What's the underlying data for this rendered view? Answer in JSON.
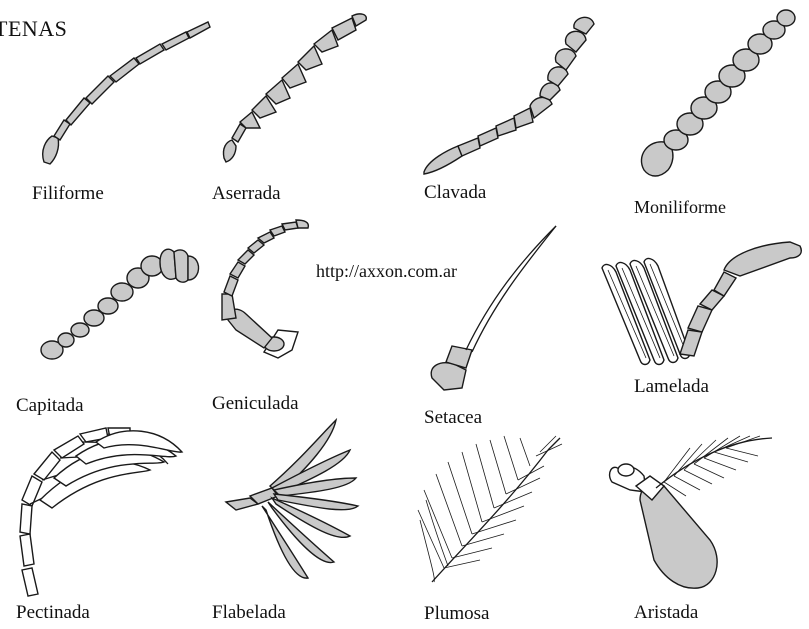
{
  "title": "TENAS",
  "source_url": "http://axxon.com.ar",
  "antennae": [
    {
      "id": "filiforme",
      "label": "Filiforme"
    },
    {
      "id": "aserrada",
      "label": "Aserrada"
    },
    {
      "id": "clavada",
      "label": "Clavada"
    },
    {
      "id": "moniliforme",
      "label": "Moniliforme"
    },
    {
      "id": "capitada",
      "label": "Capitada"
    },
    {
      "id": "geniculada",
      "label": "Geniculada"
    },
    {
      "id": "setacea",
      "label": "Setacea"
    },
    {
      "id": "lamelada",
      "label": "Lamelada"
    },
    {
      "id": "pectinada",
      "label": "Pectinada"
    },
    {
      "id": "flabelada",
      "label": "Flabelada"
    },
    {
      "id": "plumosa",
      "label": "Plumosa"
    },
    {
      "id": "aristada",
      "label": "Aristada"
    }
  ],
  "colors": {
    "fill": "#c9c9c9",
    "stroke": "#1a1a1a",
    "background": "#ffffff"
  }
}
